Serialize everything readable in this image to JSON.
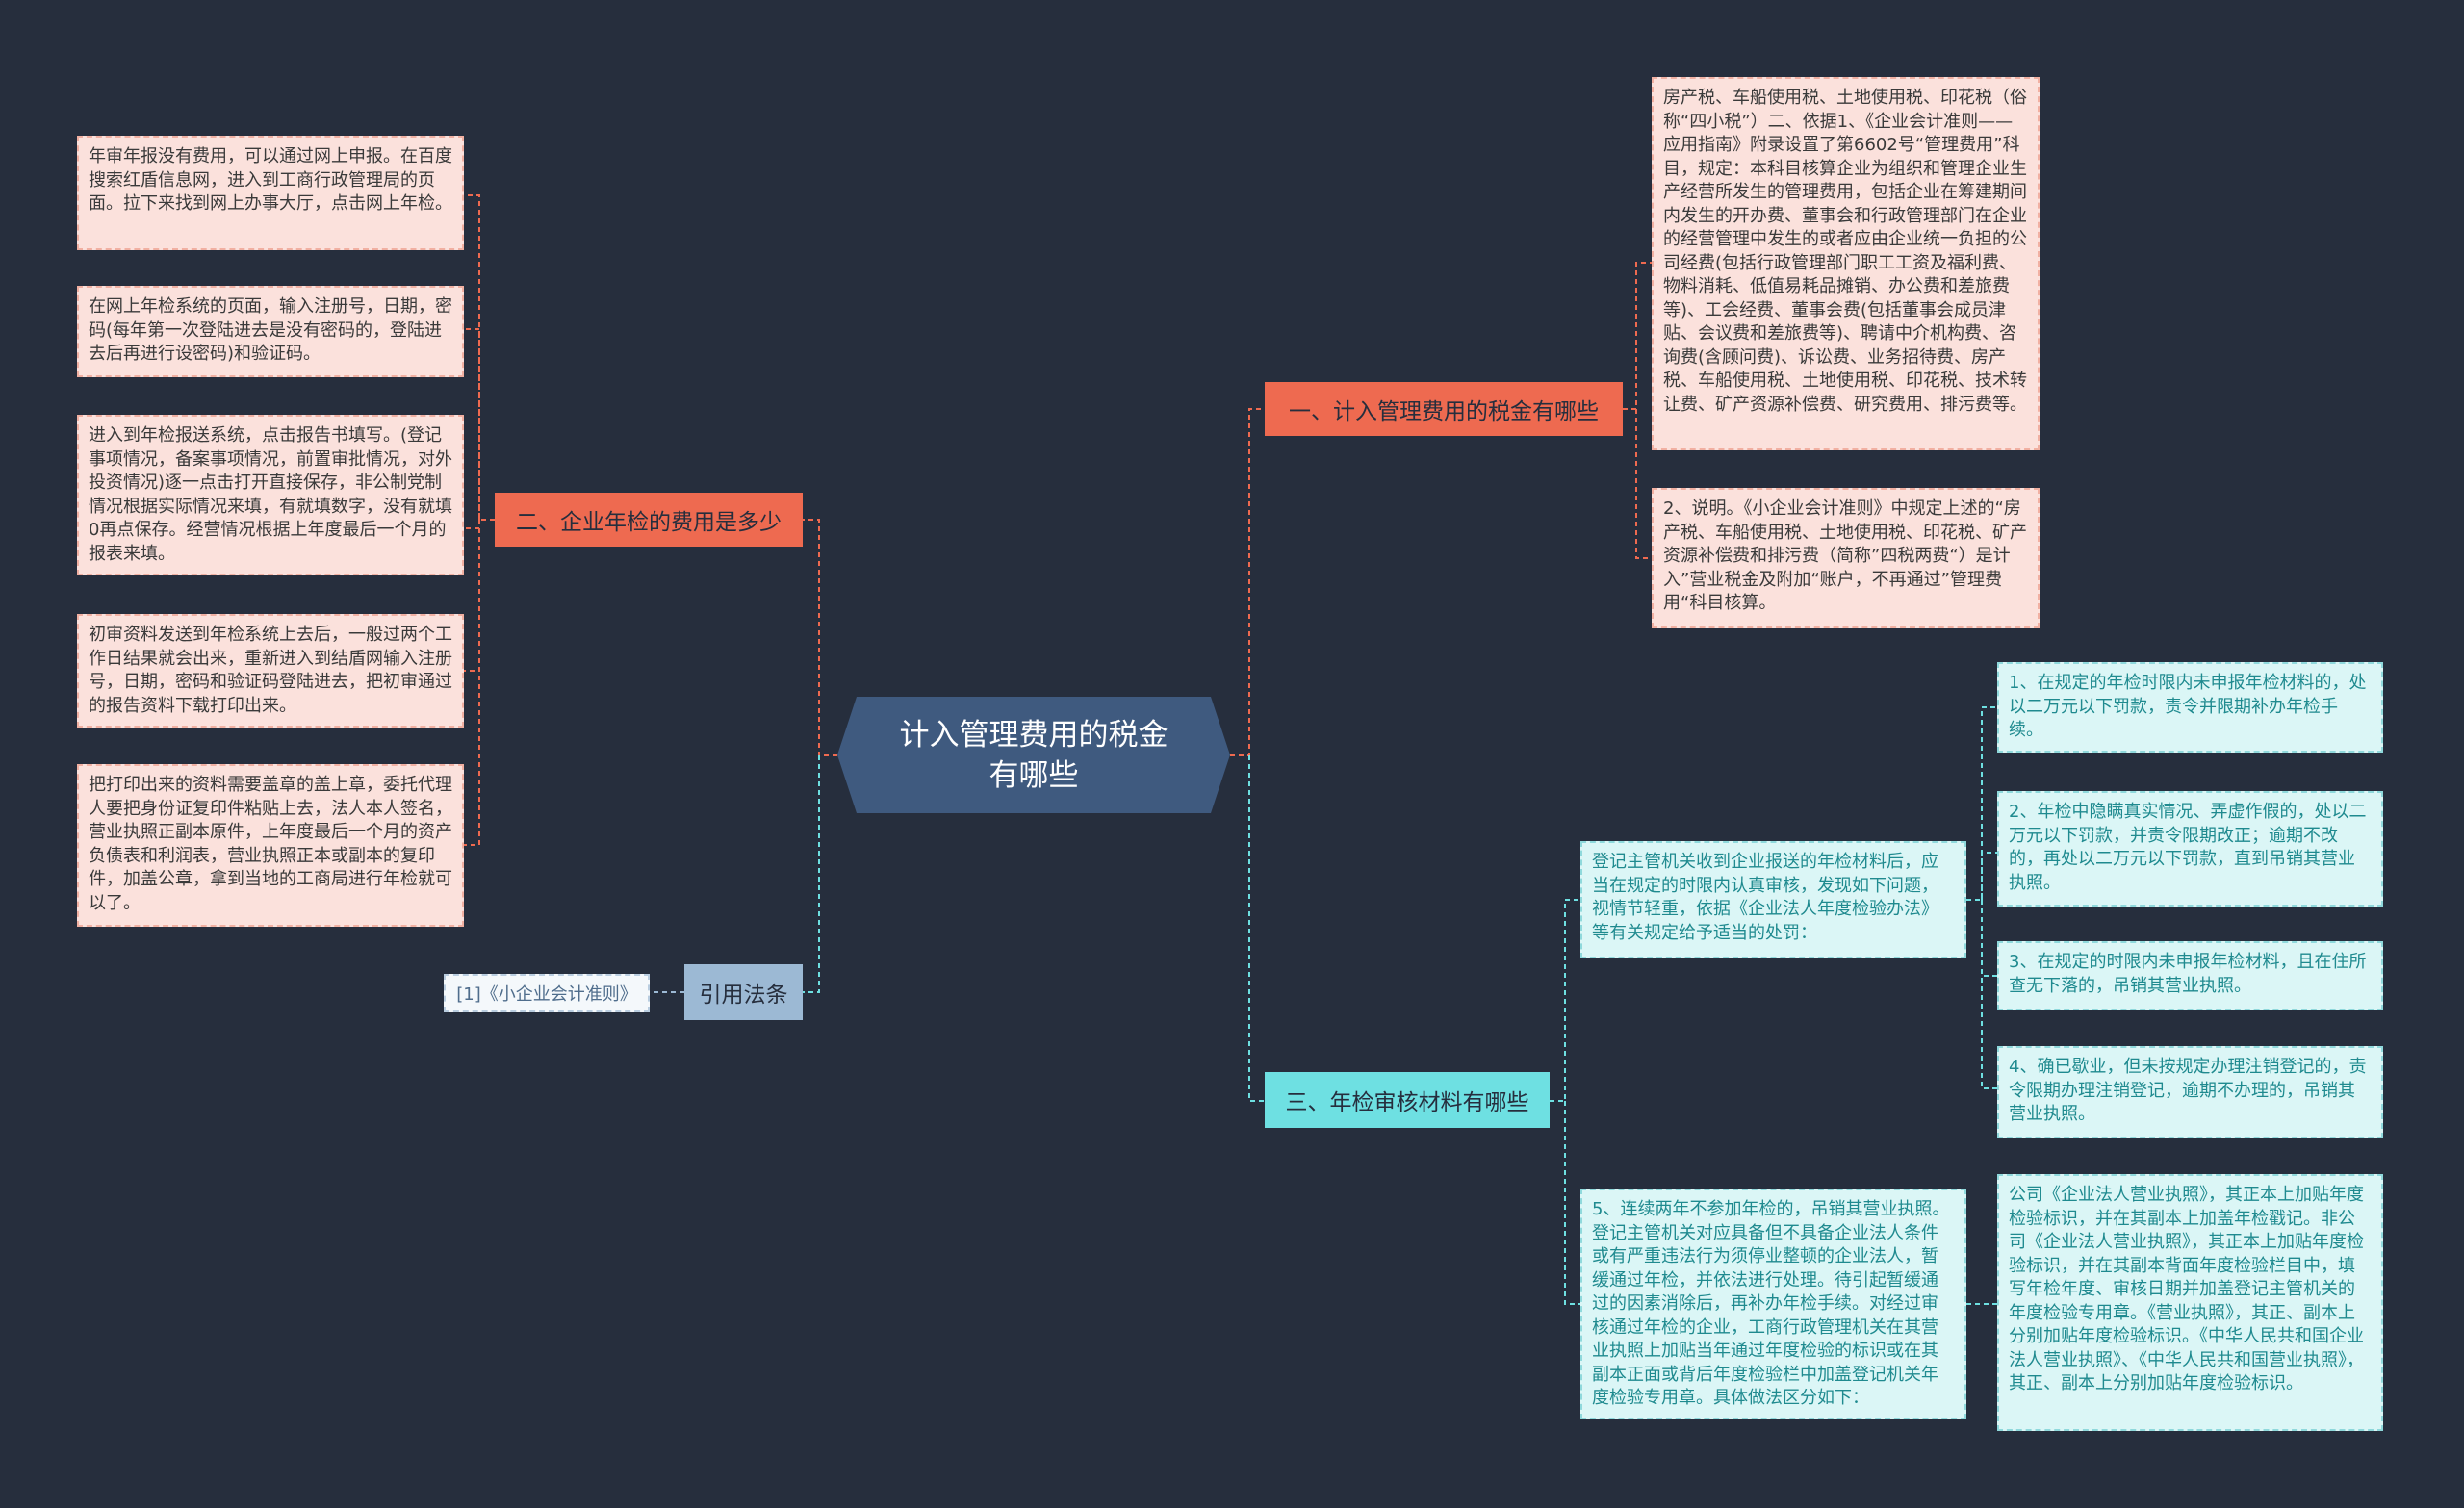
{
  "root": {
    "title": "计入管理费用的税金有哪些"
  },
  "branch1": {
    "label": "一、计入管理费用的税金有哪些",
    "items": [
      "房产税、车船使用税、土地使用税、印花税（俗称“四小税”）二、依据1、《企业会计准则——应用指南》附录设置了第6602号“管理费用”科目，规定：本科目核算企业为组织和管理企业生产经营所发生的管理费用，包括企业在筹建期间内发生的开办费、董事会和行政管理部门在企业的经营管理中发生的或者应由企业统一负担的公司经费(包括行政管理部门职工工资及福利费、物料消耗、低值易耗品摊销、办公费和差旅费等)、工会经费、董事会费(包括董事会成员津贴、会议费和差旅费等)、聘请中介机构费、咨询费(含顾问费)、诉讼费、业务招待费、房产税、车船使用税、土地使用税、印花税、技术转让费、矿产资源补偿费、研究费用、排污费等。",
      "2、说明。《小企业会计准则》中规定上述的“房产税、车船使用税、土地使用税、印花税、矿产资源补偿费和排污费（简称”四税两费“）是计入”营业税金及附加“账户，不再通过”管理费用“科目核算。"
    ]
  },
  "branch2": {
    "label": "二、企业年检的费用是多少",
    "items": [
      "年审年报没有费用，可以通过网上申报。在百度搜索红盾信息网，进入到工商行政管理局的页面。拉下来找到网上办事大厅，点击网上年检。",
      "在网上年检系统的页面，输入注册号，日期，密码(每年第一次登陆进去是没有密码的，登陆进去后再进行设密码)和验证码。",
      "进入到年检报送系统，点击报告书填写。(登记事项情况，备案事项情况，前置审批情况，对外投资情况)逐一点击打开直接保存，非公制党制情况根据实际情况来填，有就填数字，没有就填0再点保存。经营情况根据上年度最后一个月的报表来填。",
      "初审资料发送到年检系统上去后，一般过两个工作日结果就会出来，重新进入到结盾网输入注册号，日期，密码和验证码登陆进去，把初审通过的报告资料下载打印出来。",
      "把打印出来的资料需要盖章的盖上章，委托代理人要把身份证复印件粘贴上去，法人本人签名，营业执照正副本原件，上年度最后一个月的资产负债表和利润表，营业执照正本或副本的复印件，加盖公章，拿到当地的工商局进行年检就可以了。"
    ]
  },
  "branch3": {
    "label": "三、年检审核材料有哪些",
    "mid1": "登记主管机关收到企业报送的年检材料后，应当在规定的时限内认真审核，发现如下问题，视情节轻重，依据《企业法人年度检验办法》等有关规定给予适当的处罚：",
    "mid2": "5、连续两年不参加年检的，吊销其营业执照。登记主管机关对应具备但不具备企业法人条件或有严重违法行为须停业整顿的企业法人，暂缓通过年检，并依法进行处理。待引起暂缓通过的因素消除后，再补办年检手续。对经过审核通过年检的企业，工商行政管理机关在其营业执照上加贴当年通过年度检验的标识或在其副本正面或背后年度检验栏中加盖登记机关年度检验专用章。具体做法区分如下：",
    "sub1": [
      "1、在规定的年检时限内未申报年检材料的，处以二万元以下罚款，责令并限期补办年检手续。",
      "2、年检中隐瞒真实情况、弄虚作假的，处以二万元以下罚款，并责令限期改正；逾期不改的，再处以二万元以下罚款，直到吊销其营业执照。",
      "3、在规定的时限内未申报年检材料，且在住所查无下落的，吊销其营业执照。",
      "4、确已歇业，但未按规定办理注销登记的，责令限期办理注销登记，逾期不办理的，吊销其营业执照。"
    ],
    "sub2": [
      "公司《企业法人营业执照》，其正本上加贴年度检验标识，并在其副本上加盖年检戳记。非公司《企业法人营业执照》，其正本上加贴年度检验标识，并在其副本背面年度检验栏目中，填写年检年度、审核日期并加盖登记主管机关的年度检验专用章。《营业执照》，其正、副本上分别加贴年度检验标识。《中华人民共和国企业法人营业执照》、《中华人民共和国营业执照》，其正、副本上分别加贴年度检验标识。"
    ]
  },
  "branch4": {
    "label": "引用法条",
    "ref": "[1]《小企业会计准则》"
  },
  "colors": {
    "background": "#262e3d",
    "root": "#3f5a7f",
    "red": "#ee6a50",
    "cyan": "#6ee0e2",
    "blue": "#9cb9d4",
    "pinkLeaf": "#fbe1dc",
    "cyanLeaf": "#dbf6f6"
  }
}
